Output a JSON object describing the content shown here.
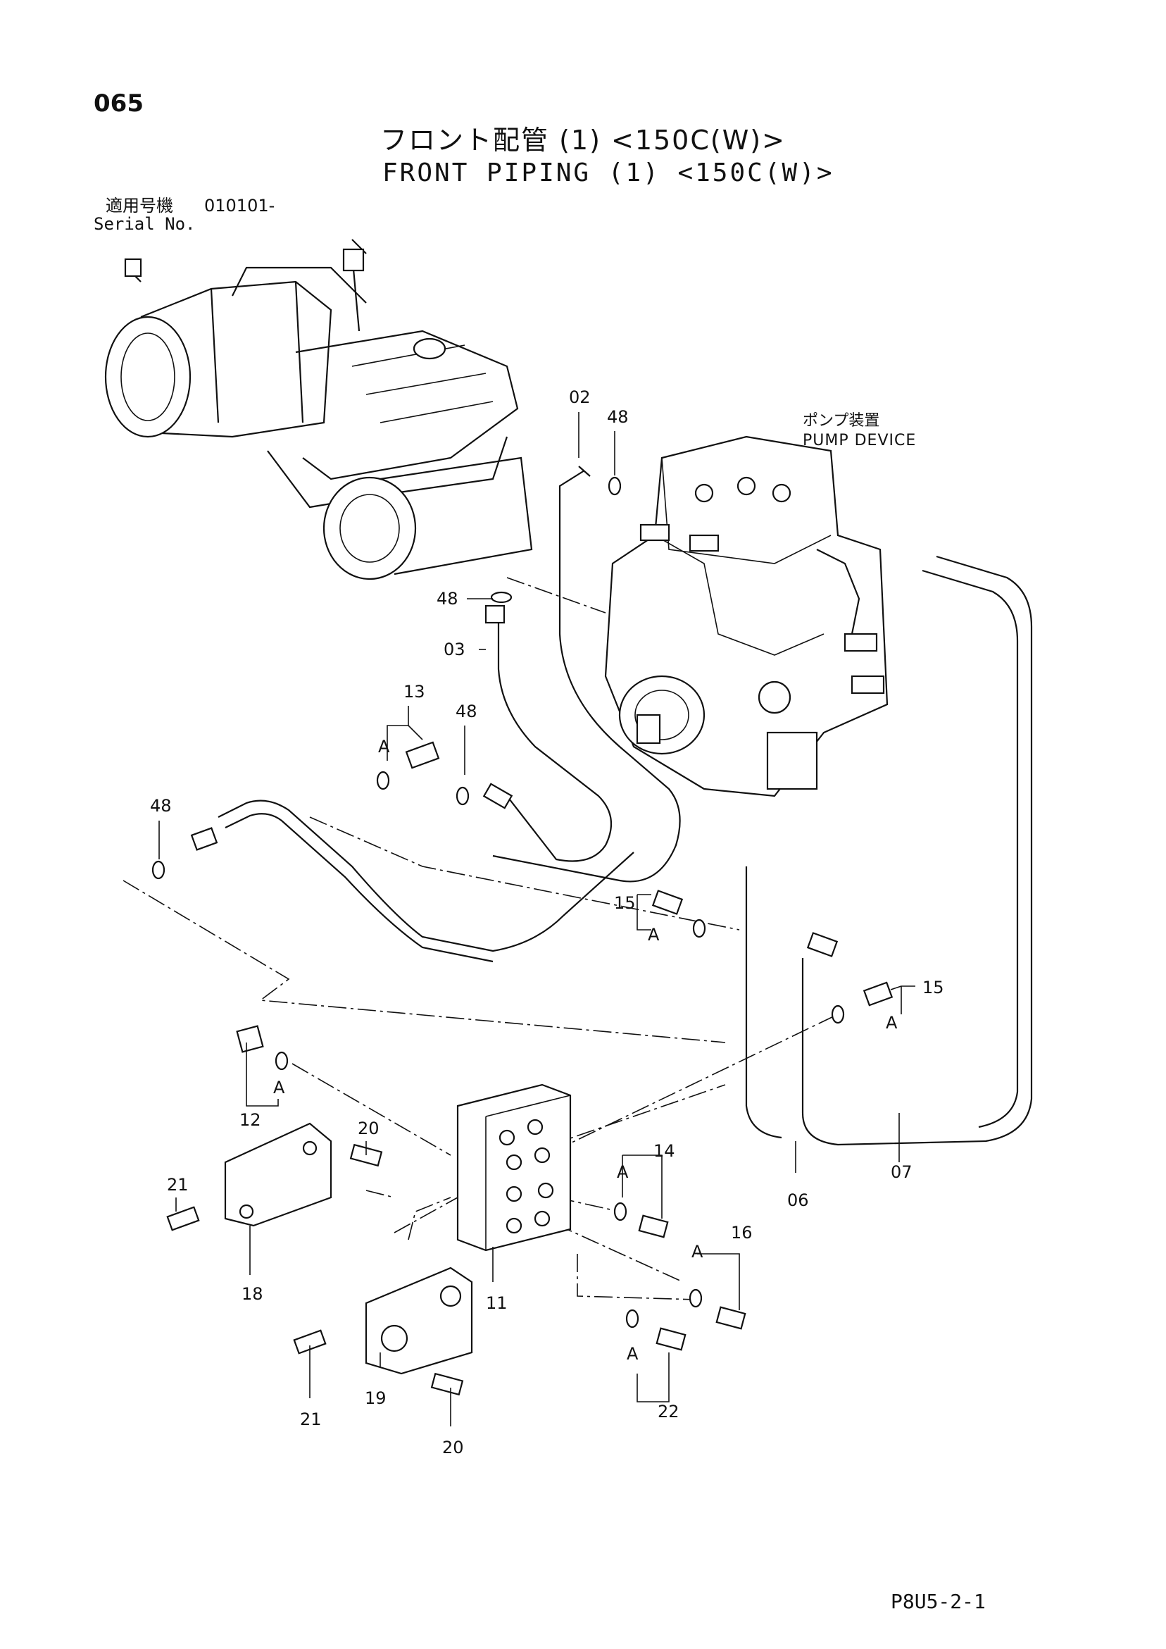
{
  "page_number": "065",
  "title_jp": "フロント配管 (1) <150C(W)>",
  "title_en": "FRONT PIPING (1) <150C(W)>",
  "serial": {
    "label_jp": "適用号機",
    "value": "010101-",
    "label_en": "Serial No."
  },
  "pump_device": {
    "label_jp": "ポンプ装置",
    "label_en": "PUMP DEVICE"
  },
  "callouts": {
    "c02": "02",
    "c03": "03",
    "c06": "06",
    "c07": "07",
    "c11": "11",
    "c12": "12",
    "c13": "13",
    "c14": "14",
    "c15a": "15",
    "c15b": "15",
    "c16": "16",
    "c18": "18",
    "c19": "19",
    "c20a": "20",
    "c20b": "20",
    "c21a": "21",
    "c21b": "21",
    "c22": "22",
    "c48a": "48",
    "c48b": "48",
    "c48c": "48",
    "c48d": "48"
  },
  "detail_marker": "A",
  "reference_code": "P8U5-2-1"
}
